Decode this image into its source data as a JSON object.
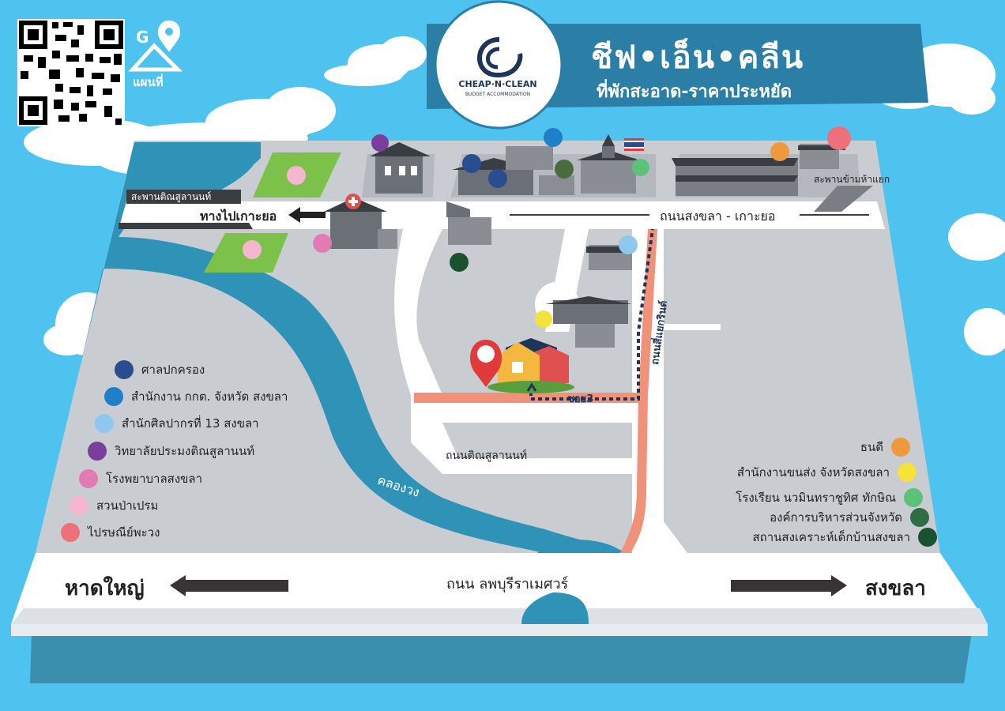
{
  "brand": {
    "title": "ชีฟ•เอ็น•คลีน",
    "subtitle": "ที่พักสะอาด-ราคาประหยัด",
    "logo_text": "CHEAP·N·CLEAN",
    "logo_subtext": "BUDGET ACCOMMODATION"
  },
  "map_link_label": "แผนที่",
  "roads": {
    "top_bridge": "สะพานติณสูลานนท์",
    "to_koh_yo": "ทางไปเกาะยอ",
    "songkhla_koh_yo": "ถนนสงขลา - เกาะยอ",
    "intersection_bridge": "สะพานข้ามห้าแยก",
    "tinsulanon_road": "ถนนติณสูลานนท์",
    "canal": "คลองวง",
    "soi3": "ซอย3",
    "sidaeng_road": "ถนนสี่แยกรินต์",
    "main_road": "ถนน ลพบุรีราเมศวร์",
    "left_destination": "หาดใหญ่",
    "right_destination": "สงขลา"
  },
  "legend_left": [
    {
      "label": "ศาลปกครอง",
      "color": "#2a4d8f"
    },
    {
      "label": "สำนักงาน กกต. จังหวัด สงขลา",
      "color": "#1f7fc9"
    },
    {
      "label": "สำนักศิลปากรที่ 13 สงขลา",
      "color": "#8ec8ee"
    },
    {
      "label": "วิทยาลัยประมงติณสูลานนท์",
      "color": "#7a3e9d"
    },
    {
      "label": "โรงพยาบาลสงขลา",
      "color": "#e07bb5"
    },
    {
      "label": "สวนป่าเปรม",
      "color": "#f6b6cf"
    },
    {
      "label": "ไปรษณีย์พะวง",
      "color": "#ef6f7a"
    }
  ],
  "legend_right": [
    {
      "label": "ธนดี",
      "color": "#ee9a3a"
    },
    {
      "label": "สำนักงานขนส่ง จังหวัดสงขลา",
      "color": "#f3e33a"
    },
    {
      "label": "โรงเรียน นวมินทราชูทิศ ทักษิณ",
      "color": "#5cc27a"
    },
    {
      "label": "องค์การบริหารส่วนจังหวัด",
      "color": "#2f6e45"
    },
    {
      "label": "สถานสงเคราะห์เด็กบ้านสงขลา",
      "color": "#1b5130"
    }
  ],
  "colors": {
    "sky": "#4fc3f0",
    "ground": "#c9cdd2",
    "road": "#ffffff",
    "canal": "#2f93b8",
    "park": "#7cc14a",
    "accent_road": "#f0917a",
    "banner": "#2b7fa7"
  },
  "icons": [
    "qr-code-icon",
    "google-maps-pin-icon",
    "hospital-cross-icon",
    "justice-scale-icon",
    "thai-flag-icon",
    "location-pin-icon",
    "cloud-icon",
    "arrow-left-icon",
    "arrow-right-icon",
    "up-arrow-icon"
  ]
}
